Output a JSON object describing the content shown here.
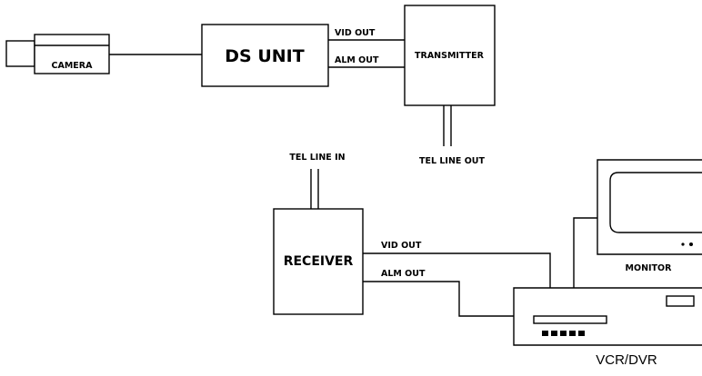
{
  "labels": {
    "camera": "CAMERA",
    "ds_unit": "DS UNIT",
    "transmitter": "TRANSMITTER",
    "tx_vid_out": "VID OUT",
    "tx_alm_out": "ALM OUT",
    "tel_line_out": "TEL LINE OUT",
    "tel_line_in": "TEL LINE IN",
    "receiver": "RECEIVER",
    "rx_vid_out": "VID OUT",
    "rx_alm_out": "ALM OUT",
    "monitor": "MONITOR",
    "vcr_dvr": "VCR/DVR"
  }
}
